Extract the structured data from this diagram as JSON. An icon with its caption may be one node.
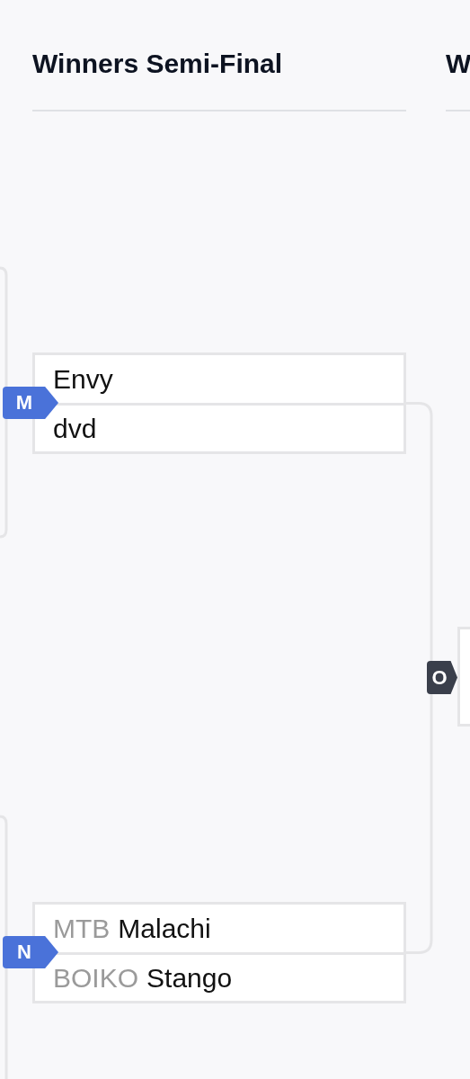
{
  "diagram": {
    "title": "Winners Semi-Final",
    "nodes": [
      {
        "text": [
          "M"
        ]
      },
      {
        "text": [],
        "shape": "box"
      },
      {
        "text": [
          "Envy"
        ],
        "in": 1
      },
      {
        "text": [
          "dvd"
        ],
        "in": 1
      },
      {
        "text": [
          "O"
        ]
      },
      {
        "text": [],
        "shape": "box"
      },
      {
        "text": [
          "N"
        ]
      },
      {
        "text": [],
        "shape": "box"
      },
      {
        "text": [
          "MTB",
          "Malachi"
        ],
        "in": 7
      },
      {
        "text": [
          "BOIKO",
          "Stango"
        ],
        "in": 7
      }
    ],
    "edges": [
      {
        "from": null,
        "to": 0,
        "arrow": "none"
      },
      {
        "from": null,
        "to": 0,
        "arrow": "none"
      },
      {
        "from": 1,
        "to": 4,
        "arrow": "none"
      },
      {
        "from": null,
        "to": 6,
        "arrow": "none"
      },
      {
        "from": null,
        "to": 6,
        "arrow": "none"
      },
      {
        "from": 7,
        "to": 4,
        "arrow": "none"
      }
    ],
    "labels": [
      "W"
    ]
  }
}
